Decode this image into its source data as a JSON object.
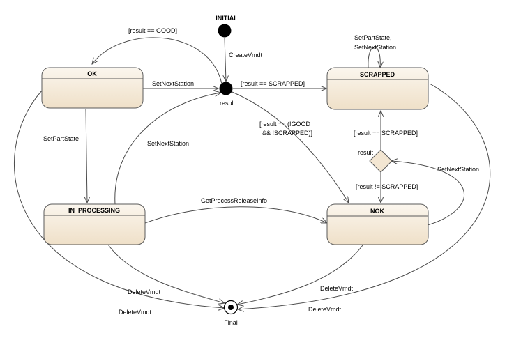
{
  "states": {
    "ok": "OK",
    "scrapped": "SCRAPPED",
    "in_processing": "IN_PROCESSING",
    "nok": "NOK"
  },
  "pseudo": {
    "initial": "INITIAL",
    "choice_center": "result",
    "choice_right": "result",
    "final": "Final"
  },
  "transitions": {
    "create_vmdt": "CreateVmdt",
    "result_good": "[result == GOOD]",
    "ok_set_next_station": "SetNextStation",
    "result_scrapped_top": "[result == SCRAPPED]",
    "scrapped_self_1": "SetPartState,",
    "scrapped_self_2": "SetNextStation",
    "ok_set_part_state": "SetPartState",
    "inproc_set_next_station": "SetNextStation",
    "result_not_good_1": "[result == (!GOOD",
    "result_not_good_2": "&& !SCRAPPED)]",
    "result_scrapped_right": "[result == SCRAPPED]",
    "nok_set_next_station": "SetNextStation",
    "result_not_scrapped": "[result != SCRAPPED]",
    "get_process_release_info": "GetProcessReleaseInfo",
    "delete_vmdt_inproc": "DeleteVmdt",
    "delete_vmdt_ok": "DeleteVmdt",
    "delete_vmdt_nok": "DeleteVmdt",
    "delete_vmdt_scrapped": "DeleteVmdt"
  },
  "colors": {
    "state_fill_top": "#fbf6ee",
    "state_fill_bottom": "#efe0c8",
    "stroke": "#4a4a4a",
    "choice_fill": "#f3e6d2"
  }
}
